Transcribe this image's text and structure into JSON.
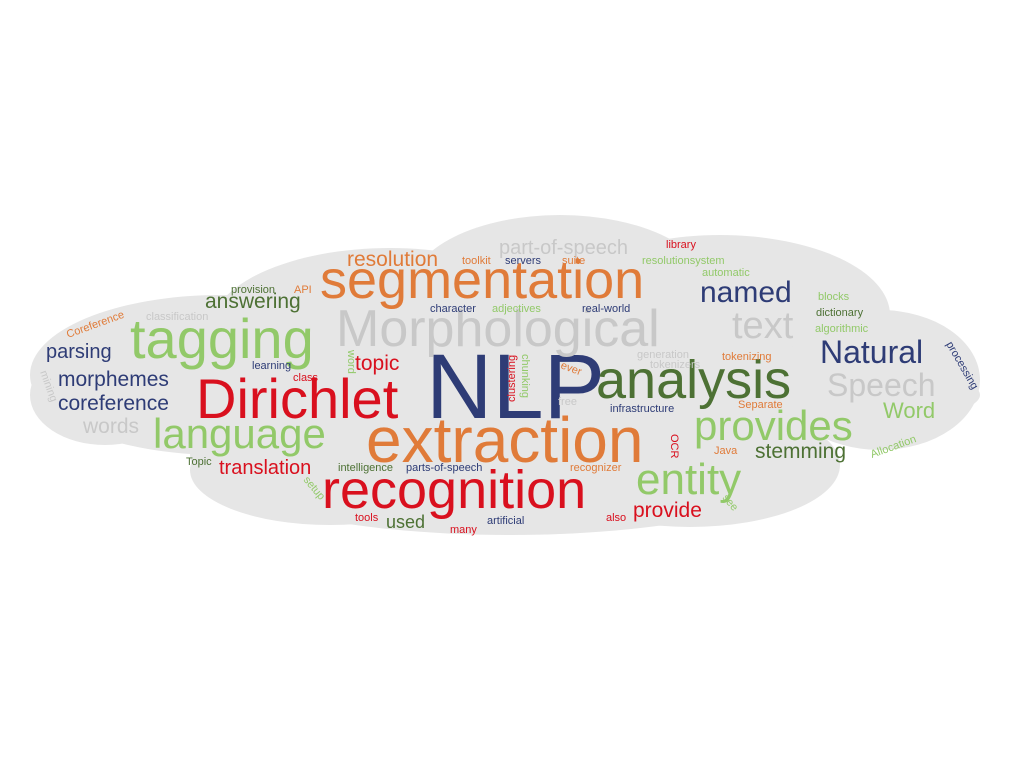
{
  "colors": {
    "navy": "#2e3c76",
    "orange": "#e07b39",
    "red": "#d9101e",
    "light_green": "#92c969",
    "dark_green": "#4d7134",
    "gray": "#c8c8c8",
    "cloud_fill": "#e6e6e6"
  },
  "words": [
    {
      "text": "NLP",
      "color": "navy",
      "rotate": 0
    },
    {
      "text": "extraction",
      "color": "orange",
      "rotate": 0
    },
    {
      "text": "Morphological",
      "color": "gray",
      "rotate": 0
    },
    {
      "text": "recognition",
      "color": "red",
      "rotate": 0
    },
    {
      "text": "segmentation",
      "color": "orange",
      "rotate": 0
    },
    {
      "text": "analysis",
      "color": "dark_green",
      "rotate": 0
    },
    {
      "text": "Dirichlet",
      "color": "red",
      "rotate": 0
    },
    {
      "text": "tagging",
      "color": "light_green",
      "rotate": 0
    },
    {
      "text": "language",
      "color": "light_green",
      "rotate": 0
    },
    {
      "text": "provides",
      "color": "light_green",
      "rotate": 0
    },
    {
      "text": "entity",
      "color": "light_green",
      "rotate": 0
    },
    {
      "text": "text",
      "color": "gray",
      "rotate": 0
    },
    {
      "text": "Natural",
      "color": "navy",
      "rotate": 0
    },
    {
      "text": "named",
      "color": "navy",
      "rotate": 0
    },
    {
      "text": "Speech",
      "color": "gray",
      "rotate": 0
    },
    {
      "text": "part-of-speech",
      "color": "gray",
      "rotate": 0
    },
    {
      "text": "resolution",
      "color": "orange",
      "rotate": 0
    },
    {
      "text": "answering",
      "color": "dark_green",
      "rotate": 0
    },
    {
      "text": "parsing",
      "color": "navy",
      "rotate": 0
    },
    {
      "text": "morphemes",
      "color": "navy",
      "rotate": 0
    },
    {
      "text": "coreference",
      "color": "navy",
      "rotate": 0
    },
    {
      "text": "words",
      "color": "gray",
      "rotate": 0
    },
    {
      "text": "topic",
      "color": "red",
      "rotate": 0
    },
    {
      "text": "translation",
      "color": "red",
      "rotate": 0
    },
    {
      "text": "stemming",
      "color": "dark_green",
      "rotate": 0
    },
    {
      "text": "Word",
      "color": "light_green",
      "rotate": 0
    },
    {
      "text": "provide",
      "color": "red",
      "rotate": 0
    },
    {
      "text": "used",
      "color": "dark_green",
      "rotate": 0
    },
    {
      "text": "library",
      "color": "red",
      "rotate": 0
    },
    {
      "text": "toolkit",
      "color": "orange",
      "rotate": 0
    },
    {
      "text": "servers",
      "color": "navy",
      "rotate": 0
    },
    {
      "text": "suite",
      "color": "orange",
      "rotate": 0
    },
    {
      "text": "resolutionsystem",
      "color": "light_green",
      "rotate": 0
    },
    {
      "text": "automatic",
      "color": "light_green",
      "rotate": 0
    },
    {
      "text": "provision",
      "color": "dark_green",
      "rotate": 0
    },
    {
      "text": "API",
      "color": "orange",
      "rotate": 0
    },
    {
      "text": "blocks",
      "color": "light_green",
      "rotate": 0
    },
    {
      "text": "dictionary",
      "color": "dark_green",
      "rotate": 0
    },
    {
      "text": "algorithmic",
      "color": "light_green",
      "rotate": 0
    },
    {
      "text": "character",
      "color": "navy",
      "rotate": 0
    },
    {
      "text": "adjectives",
      "color": "light_green",
      "rotate": 0
    },
    {
      "text": "real-world",
      "color": "navy",
      "rotate": 0
    },
    {
      "text": "classification",
      "color": "gray",
      "rotate": 0
    },
    {
      "text": "Coreference",
      "color": "orange",
      "rotate": -20
    },
    {
      "text": "learning",
      "color": "navy",
      "rotate": 0
    },
    {
      "text": "class",
      "color": "red",
      "rotate": 0
    },
    {
      "text": "word",
      "color": "light_green",
      "rotate": 90
    },
    {
      "text": "clustering",
      "color": "red",
      "rotate": -90
    },
    {
      "text": "chunking",
      "color": "light_green",
      "rotate": 90
    },
    {
      "text": "ever",
      "color": "orange",
      "rotate": 20
    },
    {
      "text": "generation",
      "color": "gray",
      "rotate": 0
    },
    {
      "text": "tokenizers",
      "color": "gray",
      "rotate": 0
    },
    {
      "text": "tokenizing",
      "color": "orange",
      "rotate": 0
    },
    {
      "text": "processing",
      "color": "navy",
      "rotate": 60
    },
    {
      "text": "mining",
      "color": "gray",
      "rotate": 70
    },
    {
      "text": "free",
      "color": "gray",
      "rotate": 0
    },
    {
      "text": "infrastructure",
      "color": "navy",
      "rotate": 0
    },
    {
      "text": "Separate",
      "color": "orange",
      "rotate": 0
    },
    {
      "text": "Java",
      "color": "orange",
      "rotate": 0
    },
    {
      "text": "Allocation",
      "color": "light_green",
      "rotate": -20
    },
    {
      "text": "OCR",
      "color": "red",
      "rotate": 90
    },
    {
      "text": "Topic",
      "color": "dark_green",
      "rotate": 0
    },
    {
      "text": "intelligence",
      "color": "dark_green",
      "rotate": 0
    },
    {
      "text": "parts-of-speech",
      "color": "navy",
      "rotate": 0
    },
    {
      "text": "recognizer",
      "color": "orange",
      "rotate": 0
    },
    {
      "text": "setup",
      "color": "light_green",
      "rotate": 50
    },
    {
      "text": "tools",
      "color": "red",
      "rotate": 0
    },
    {
      "text": "many",
      "color": "red",
      "rotate": 0
    },
    {
      "text": "artificial",
      "color": "navy",
      "rotate": 0
    },
    {
      "text": "also",
      "color": "red",
      "rotate": 0
    },
    {
      "text": "see",
      "color": "light_green",
      "rotate": 50
    }
  ]
}
